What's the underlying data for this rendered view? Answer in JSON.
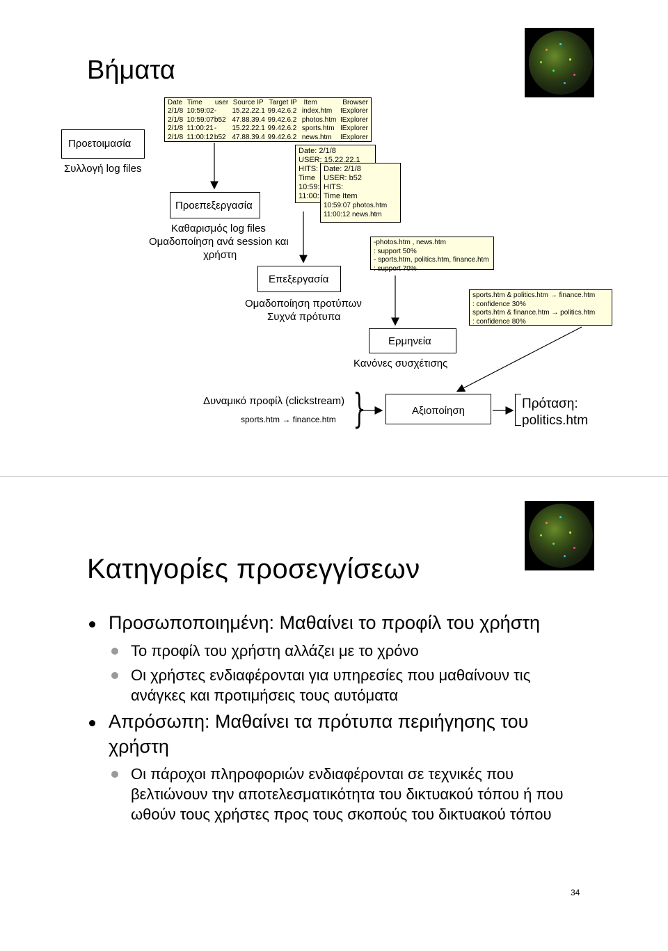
{
  "slide1": {
    "title": "Βήματα",
    "side_labels": {
      "prep": "Προετοιμασία",
      "collect": "Συλλογή log files"
    },
    "log_table": {
      "headers": [
        "Date",
        "Time",
        "user",
        "Source IP",
        "Target IP",
        "Item",
        "Browser"
      ],
      "rows": [
        [
          "2/1/8",
          "10:59:02",
          "-",
          "15.22.22.1",
          "99.42.6.2",
          "index.htm",
          "IExplorer"
        ],
        [
          "2/1/8",
          "10:59:07",
          "b52",
          "47.88.39.4",
          "99.42.6.2",
          "photos.htm",
          "IExplorer"
        ],
        [
          "2/1/8",
          "11:00:21",
          "-",
          "15.22.22.1",
          "99.42.6.2",
          "sports.htm",
          "IExplorer"
        ],
        [
          "2/1/8",
          "11:00:12",
          "b52",
          "47.88.39.4",
          "99.42.6.2",
          "news.htm",
          "IExplorer"
        ]
      ]
    },
    "session_a": {
      "date": "Date: 2/1/8",
      "user": "USER: 15.22.22.1",
      "hits": "HITS:",
      "time": "Time",
      "t1": "10:59:",
      "t2": "11:00:"
    },
    "session_b": {
      "date": "Date: 2/1/8",
      "user": "USER: b52",
      "hits": "HITS:",
      "header": "Time   Item",
      "r1": "10:59:07  photos.htm",
      "r2": "11:00:12  news.htm"
    },
    "preprocessing": {
      "label": "Προεπεξεργασία",
      "desc1": "Καθαρισμός log files",
      "desc2": "Ομαδοποίηση ανά session και",
      "desc3": "χρήστη"
    },
    "patterns": {
      "l1": "-photos.htm , news.htm",
      "l2": ": support 50%",
      "l3": "- sports.htm, politics.htm, finance.htm",
      "l4": ": support 70%"
    },
    "processing": {
      "label": "Επεξεργασία",
      "desc1": "Ομαδοποίηση προτύπων",
      "desc2": "Συχνά πρότυπα"
    },
    "rules": {
      "l1": "sports.htm & politics.htm → finance.htm",
      "l2": ": confidence 30%",
      "l3": "sports.htm & finance.htm → politics.htm",
      "l4": ": confidence 80%"
    },
    "interpretation": {
      "label": "Ερμηνεία",
      "desc": "Κανόνες συσχέτισης"
    },
    "profile": {
      "label": "Δυναμικό προφίλ (clickstream)",
      "value": "sports.htm → finance.htm"
    },
    "exploitation": {
      "label": "Αξιοποίηση"
    },
    "suggestion": {
      "label": "Πρόταση:",
      "value": "politics.htm"
    }
  },
  "slide2": {
    "title": "Κατηγορίες προσεγγίσεων",
    "b1": "Προσωποποιημένη: Μαθαίνει το προφίλ του χρήστη",
    "b1_s1": "Το προφίλ του χρήστη αλλάζει με το χρόνο",
    "b1_s2": "Οι χρήστες ενδιαφέρονται για υπηρεσίες που μαθαίνουν τις ανάγκες και προτιμήσεις τους αυτόματα",
    "b2_line1": "Απρόσωπη: Μαθαίνει τα πρότυπα περιήγησης του",
    "b2_line2": "χρήστη",
    "b2_s1": "Οι πάροχοι πληροφοριών ενδιαφέρονται σε τεχνικές που βελτιώνουν την αποτελεσματικότητα του δικτυακού τόπου ή που ωθούν τους χρήστες προς τους σκοπούς του δικτυακού τόπου"
  },
  "page_number": "34",
  "colors": {
    "box_fill": "#ffffe0",
    "border": "#000000",
    "bullet_sub": "#9a9a9a"
  }
}
